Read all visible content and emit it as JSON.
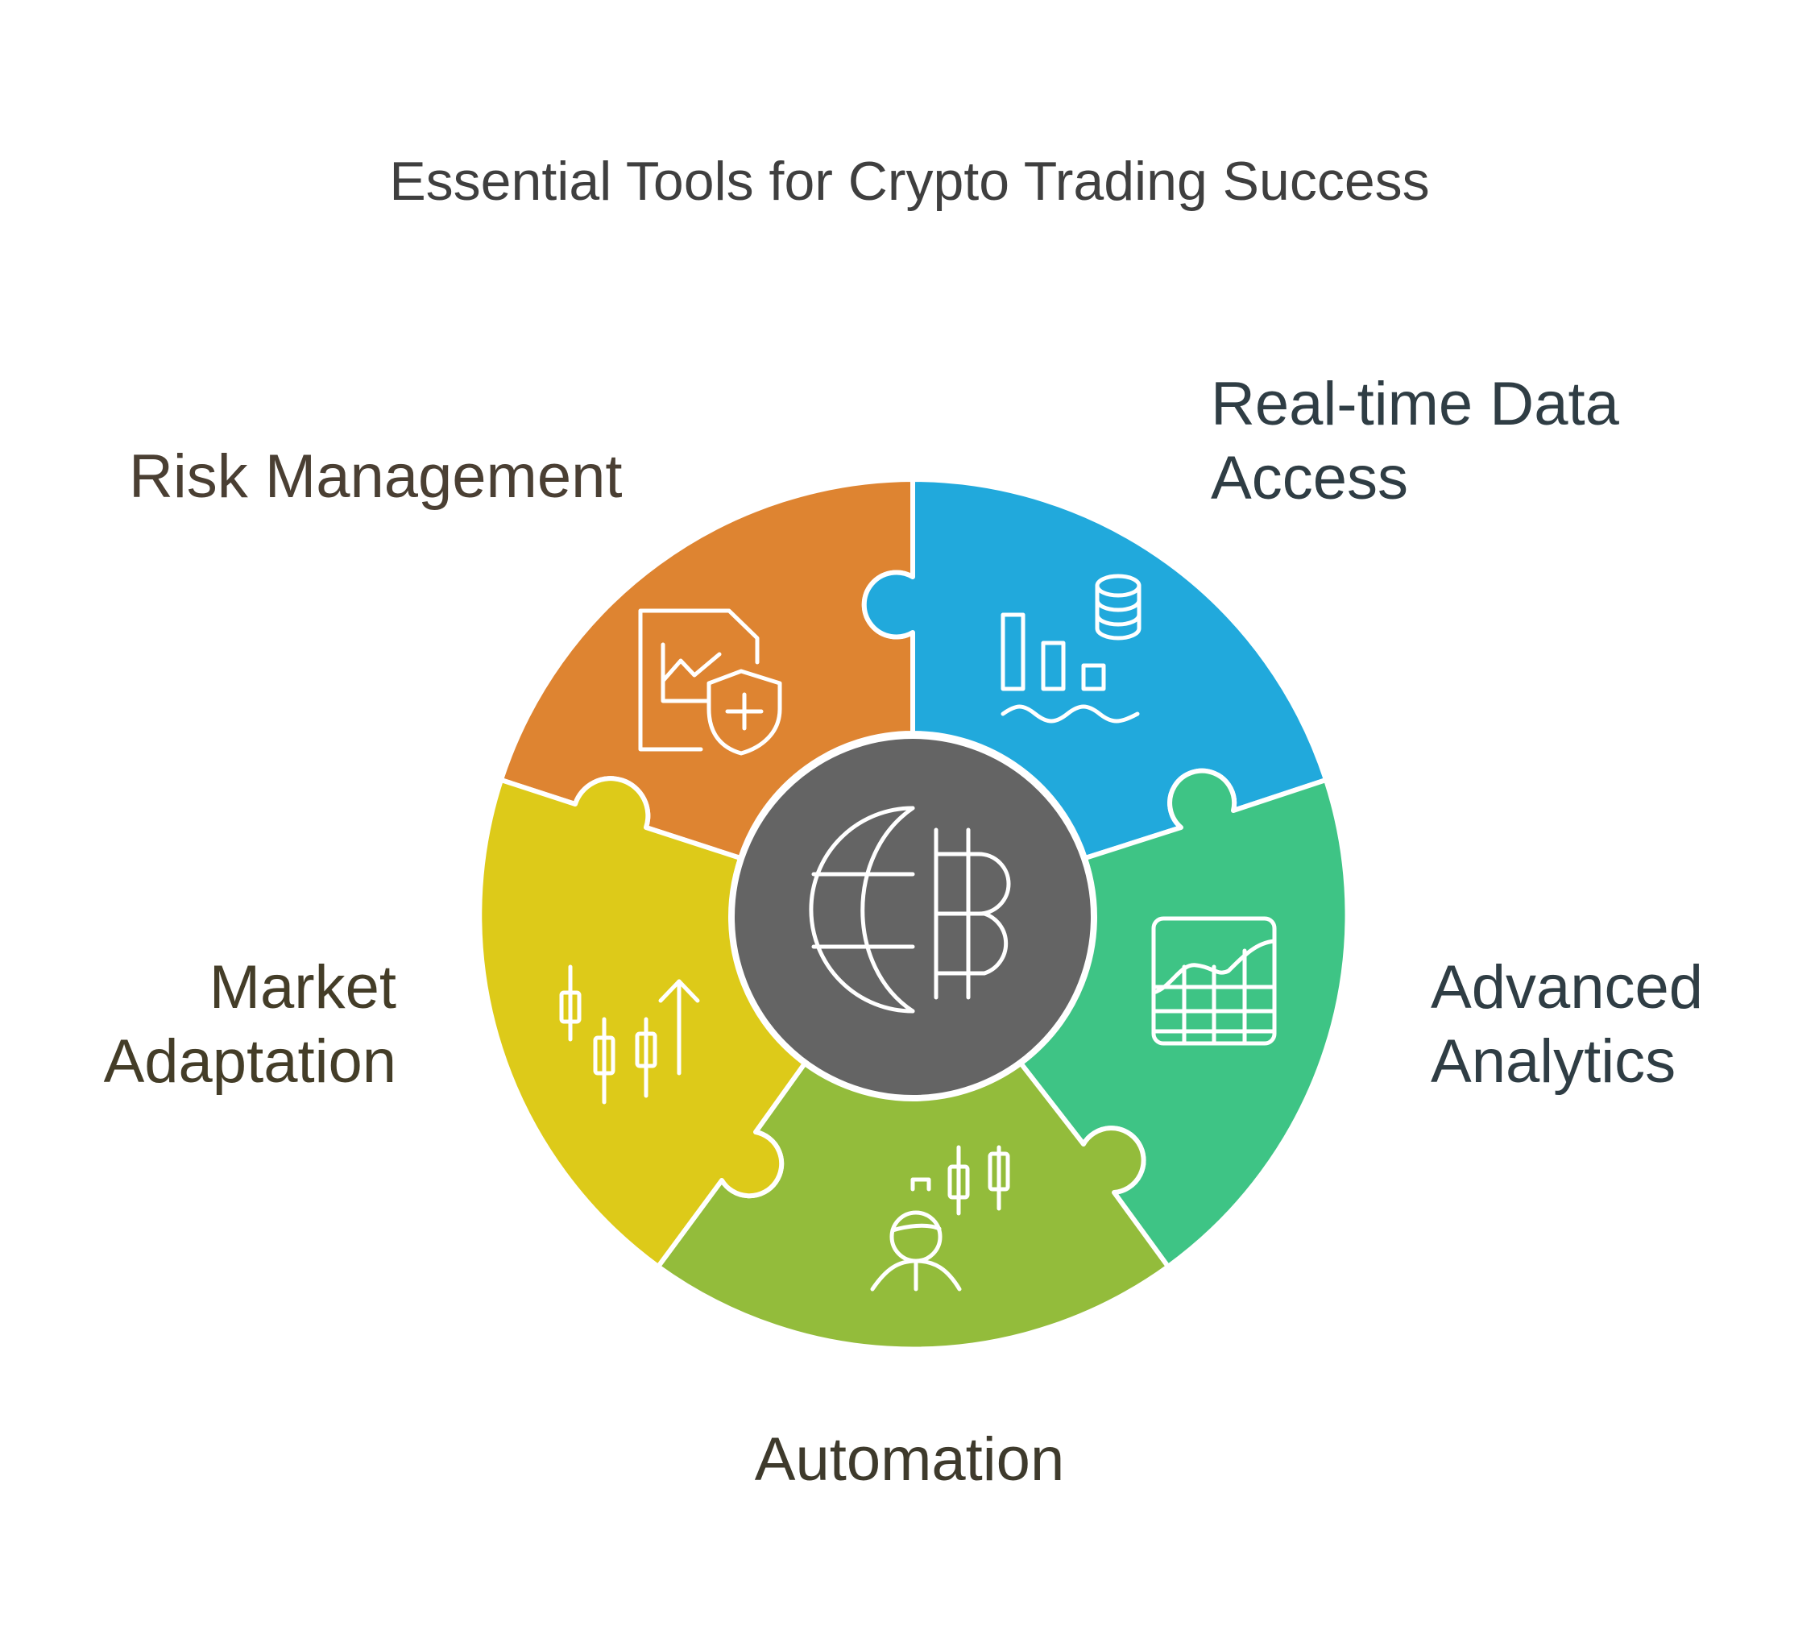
{
  "title": "Essential Tools for Crypto Trading Success",
  "center": {
    "icon": "globe-bitcoin-icon",
    "color": "#646464"
  },
  "segments": [
    {
      "id": "risk",
      "label_lines": [
        "Risk Management"
      ],
      "icon": "document-chart-shield-icon",
      "color": "#DE8431",
      "label_color": "#4a3f33"
    },
    {
      "id": "realtime",
      "label_lines": [
        "Real-time Data",
        "Access"
      ],
      "icon": "bar-chart-database-icon",
      "color": "#21A9DC",
      "label_color": "#2f3d44"
    },
    {
      "id": "advanced",
      "label_lines": [
        "Advanced",
        "Analytics"
      ],
      "icon": "spreadsheet-chart-icon",
      "color": "#3EC485",
      "label_color": "#2f3d44"
    },
    {
      "id": "automation",
      "label_lines": [
        "Automation"
      ],
      "icon": "trader-candlestick-icon",
      "color": "#93BC3B",
      "label_color": "#3e3a2c"
    },
    {
      "id": "market",
      "label_lines": [
        "Market",
        "Adaptation"
      ],
      "icon": "candlestick-arrow-up-icon",
      "color": "#DDCA19",
      "label_color": "#443d28"
    }
  ]
}
